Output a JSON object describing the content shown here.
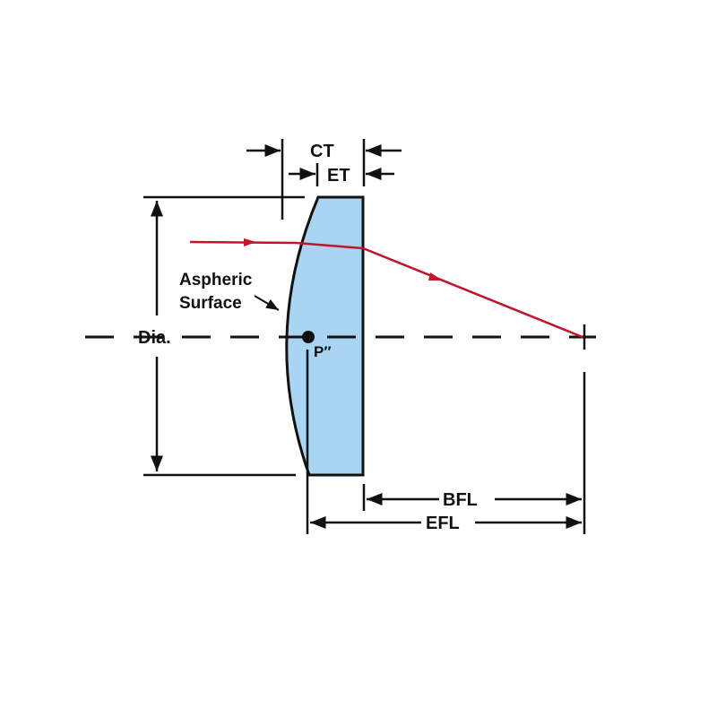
{
  "labels": {
    "ct": "CT",
    "et": "ET",
    "aspheric_line1": "Aspheric",
    "aspheric_line2": "Surface",
    "dia": "Dia.",
    "principal_point": "P″",
    "bfl": "BFL",
    "efl": "EFL"
  },
  "colors": {
    "lens_fill": "#a9d5f2",
    "ray": "#c0152a",
    "line": "#111111"
  }
}
